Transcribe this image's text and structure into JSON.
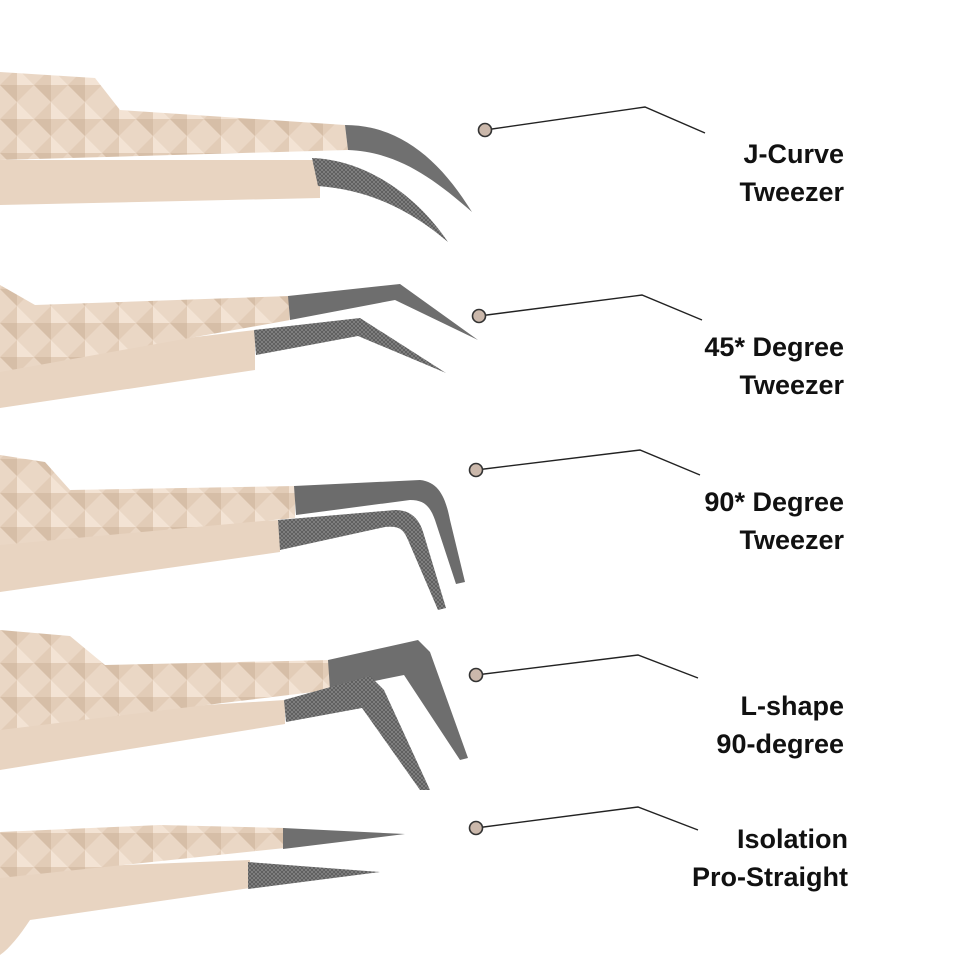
{
  "colors": {
    "handle": "#e9d6c4",
    "handle_shadow": "#d8c1ab",
    "metal": "#6a6a6a",
    "dot": "#cbb8ab",
    "line": "#222222"
  },
  "tweezers": [
    {
      "name": "j-curve-tweezer",
      "label_line1": "J-Curve",
      "label_line2": "Tweezer"
    },
    {
      "name": "45-degree-tweezer",
      "label_line1": "45* Degree",
      "label_line2": "Tweezer"
    },
    {
      "name": "90-degree-tweezer",
      "label_line1": "90* Degree",
      "label_line2": "Tweezer"
    },
    {
      "name": "l-shape-90-degree-tweezer",
      "label_line1": "L-shape",
      "label_line2": "90-degree"
    },
    {
      "name": "isolation-pro-straight-tweezer",
      "label_line1": "Isolation",
      "label_line2": "Pro-Straight"
    }
  ]
}
